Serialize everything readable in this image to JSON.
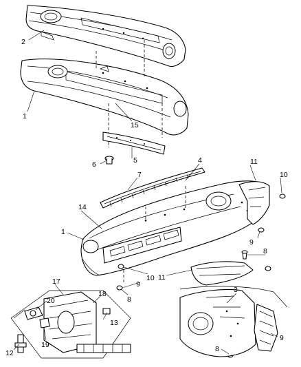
{
  "callouts": [
    {
      "id": "c2a",
      "label": "2"
    },
    {
      "id": "c1a",
      "label": "1"
    },
    {
      "id": "c15",
      "label": "15"
    },
    {
      "id": "c6",
      "label": "6"
    },
    {
      "id": "c5",
      "label": "5"
    },
    {
      "id": "c7",
      "label": "7"
    },
    {
      "id": "c4",
      "label": "4"
    },
    {
      "id": "c11a",
      "label": "11"
    },
    {
      "id": "c10a",
      "label": "10"
    },
    {
      "id": "c14",
      "label": "14"
    },
    {
      "id": "c1b",
      "label": "1"
    },
    {
      "id": "c9a",
      "label": "9"
    },
    {
      "id": "c8a",
      "label": "8"
    },
    {
      "id": "c10b",
      "label": "10"
    },
    {
      "id": "c9b",
      "label": "9"
    },
    {
      "id": "c8b",
      "label": "8"
    },
    {
      "id": "c11b",
      "label": "11"
    },
    {
      "id": "c17",
      "label": "17"
    },
    {
      "id": "c18",
      "label": "18"
    },
    {
      "id": "c20",
      "label": "20"
    },
    {
      "id": "c13",
      "label": "13"
    },
    {
      "id": "c12",
      "label": "12"
    },
    {
      "id": "c19",
      "label": "19"
    },
    {
      "id": "c3",
      "label": "3"
    },
    {
      "id": "c9c",
      "label": "9"
    },
    {
      "id": "c8c",
      "label": "8"
    }
  ]
}
